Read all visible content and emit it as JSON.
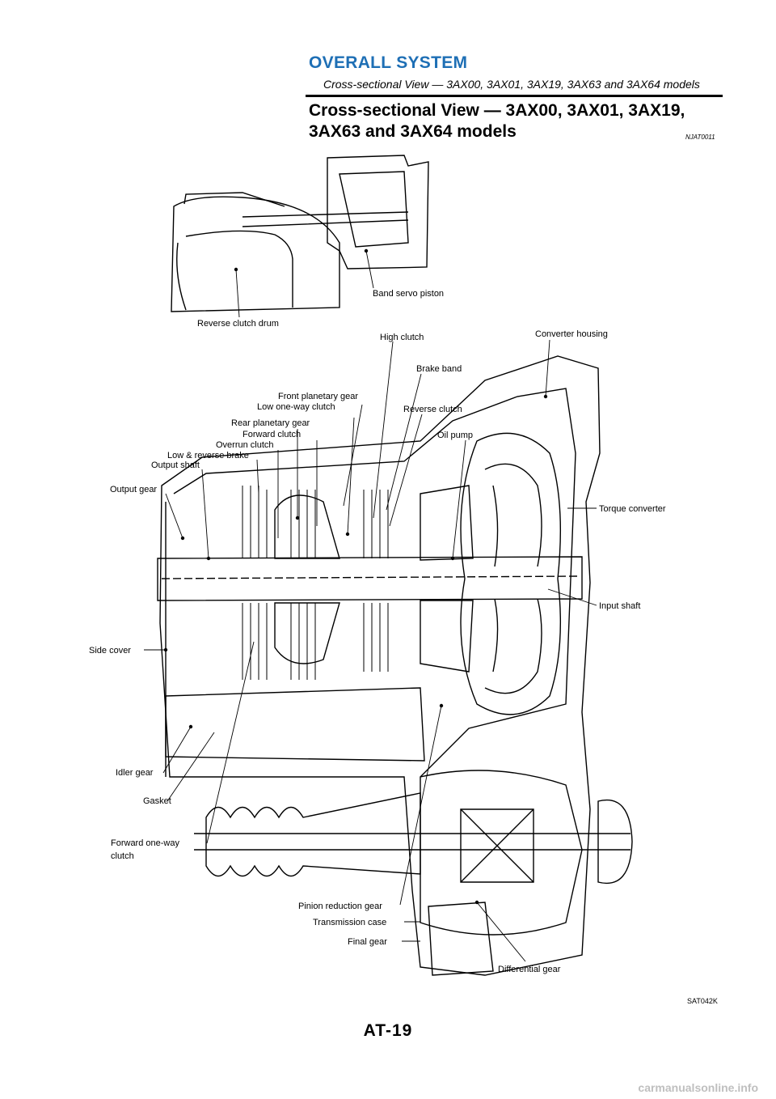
{
  "header": {
    "title": "OVERALL SYSTEM",
    "subtitle": "Cross-sectional View — 3AX00, 3AX01, 3AX19, 3AX63 and 3AX64 models"
  },
  "section": {
    "title_line1": "Cross-sectional View — 3AX00, 3AX01, 3AX19,",
    "title_line2": "3AX63 and 3AX64 models",
    "code": "NJAT0011"
  },
  "figure": {
    "labels": {
      "reverse_clutch_drum": "Reverse clutch drum",
      "band_servo_piston": "Band servo piston",
      "high_clutch": "High clutch",
      "converter_housing": "Converter housing",
      "brake_band": "Brake band",
      "reverse_clutch": "Reverse clutch",
      "front_planetary_gear": "Front planetary gear",
      "low_one_way_clutch": "Low one-way clutch",
      "oil_pump": "Oil pump",
      "rear_planetary_gear": "Rear planetary gear",
      "forward_clutch": "Forward clutch",
      "overrun_clutch": "Overrun clutch",
      "low_reverse_brake": "Low & reverse brake",
      "output_shaft": "Output shaft",
      "output_gear": "Output gear",
      "torque_converter": "Torque converter",
      "input_shaft": "Input shaft",
      "side_cover": "Side cover",
      "idler_gear": "Idler gear",
      "gasket": "Gasket",
      "forward_one_way_clutch_1": "Forward one-way",
      "forward_one_way_clutch_2": "clutch",
      "pinion_reduction_gear": "Pinion reduction gear",
      "transmission_case": "Transmission case",
      "final_gear": "Final gear",
      "differential_gear": "Differential gear"
    },
    "figure_code": "SAT042K"
  },
  "footer": {
    "page_number": "AT-19",
    "watermark": "carmanualsonline.info"
  }
}
